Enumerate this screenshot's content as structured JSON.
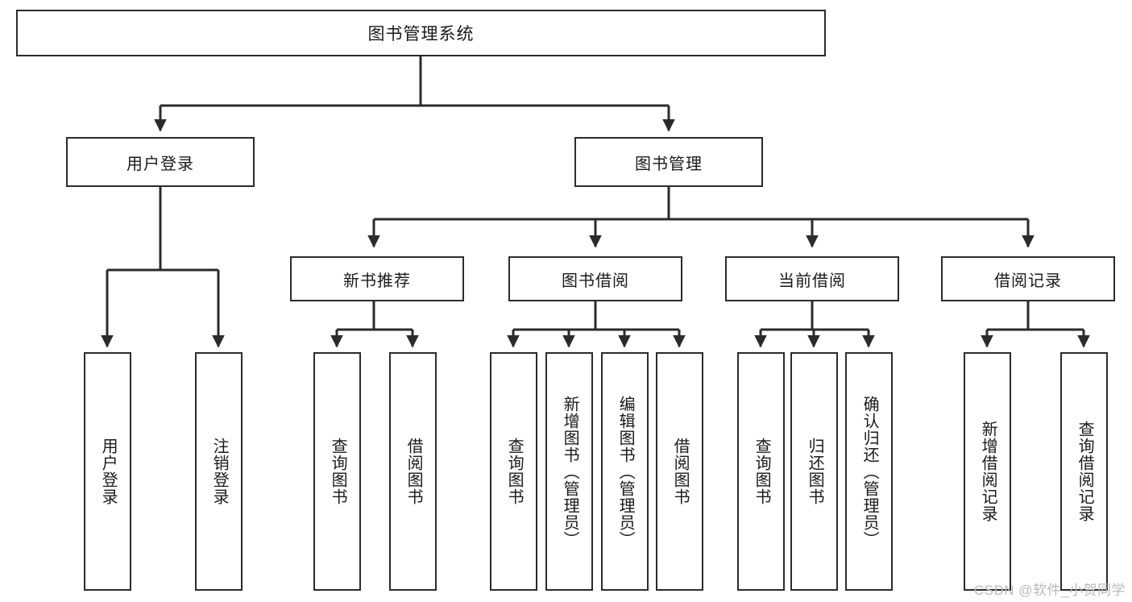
{
  "diagram": {
    "title": "图书管理系统",
    "watermark": "CSDN @软件_小贺同学",
    "colors": {
      "stroke": "#2b2b2b",
      "fill": "#ffffff",
      "text": "#1a1a1a",
      "watermark": "#b9b9b9"
    },
    "root": {
      "label": "图书管理系统"
    },
    "level2": [
      {
        "label": "用户登录"
      },
      {
        "label": "图书管理"
      }
    ],
    "level3": [
      {
        "label": "新书推荐"
      },
      {
        "label": "图书借阅"
      },
      {
        "label": "当前借阅"
      },
      {
        "label": "借阅记录"
      }
    ],
    "leaves": {
      "user_login": [
        {
          "label": "用户登录"
        },
        {
          "label": "注销登录"
        }
      ],
      "new_book": [
        {
          "label": "查询图书"
        },
        {
          "label": "借阅图书"
        }
      ],
      "book_borrow": [
        {
          "label": "查询图书"
        },
        {
          "label": "新增图书（管理员）"
        },
        {
          "label": "编辑图书（管理员）"
        },
        {
          "label": "借阅图书"
        }
      ],
      "current_borrow": [
        {
          "label": "查询图书"
        },
        {
          "label": "归还图书"
        },
        {
          "label": "确认归还（管理员）"
        }
      ],
      "borrow_record": [
        {
          "label": "新增借阅记录"
        },
        {
          "label": "查询借阅记录"
        }
      ]
    }
  }
}
